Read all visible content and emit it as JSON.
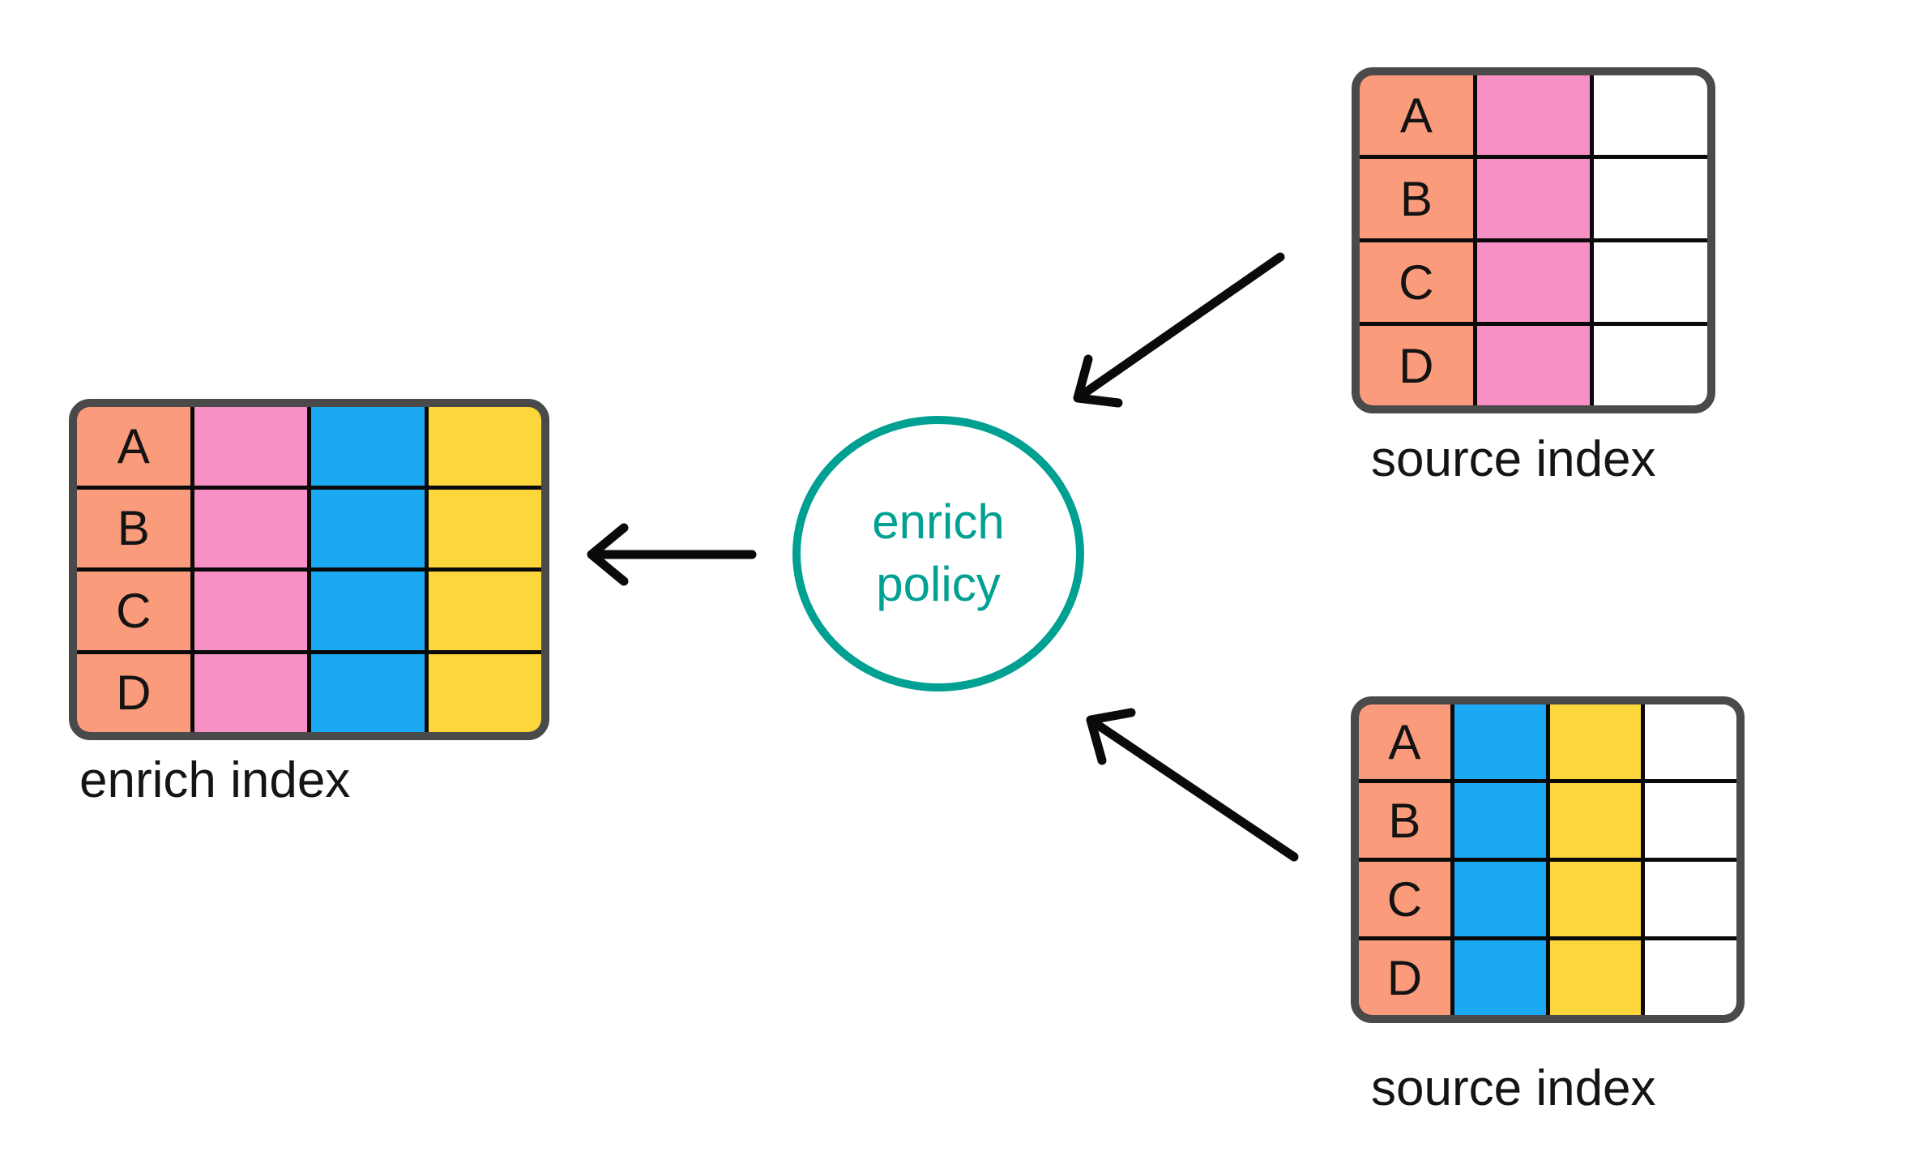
{
  "colors": {
    "salmon": "#FA9B7C",
    "pink": "#F790C5",
    "blue": "#1CA9F3",
    "yellow": "#FDD63C",
    "white": "#FFFFFF",
    "teal": "#00A092",
    "frame": "#4A4A4A",
    "grid": "#0A0A0A",
    "arrow": "#0A0A0A",
    "label": "#141414"
  },
  "policy_circle": {
    "line1": "enrich",
    "line2": "policy"
  },
  "enrich_index": {
    "label": "enrich index",
    "rows": [
      "A",
      "B",
      "C",
      "D"
    ],
    "columns": [
      "salmon",
      "pink",
      "blue",
      "yellow"
    ]
  },
  "source_index_top": {
    "label": "source index",
    "rows": [
      "A",
      "B",
      "C",
      "D"
    ],
    "columns": [
      "salmon",
      "pink",
      "white"
    ]
  },
  "source_index_bottom": {
    "label": "source index",
    "rows": [
      "A",
      "B",
      "C",
      "D"
    ],
    "columns": [
      "salmon",
      "blue",
      "yellow",
      "white"
    ]
  },
  "icons": {
    "arrow_policy_to_enrich": "left-arrow-icon",
    "arrow_top_source_to_policy": "down-left-arrow-icon",
    "arrow_bottom_source_to_policy": "up-left-arrow-icon"
  }
}
